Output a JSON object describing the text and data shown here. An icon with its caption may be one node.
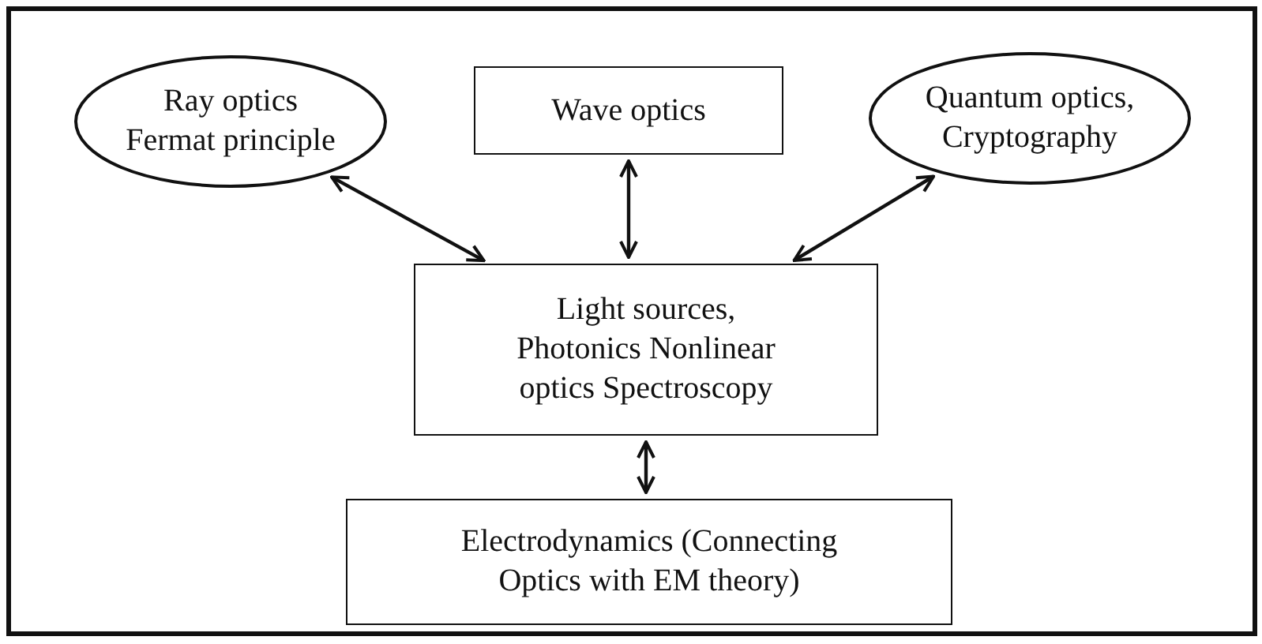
{
  "diagram": {
    "nodes": [
      {
        "text": [
          "Ray optics Fermat principle"
        ]
      },
      {
        "text": [
          "Wave optics"
        ]
      },
      {
        "text": [
          "Quantum optics, Cryptography"
        ]
      },
      {
        "text": [
          "Light sources, Photonics Nonlinear optics Spectroscopy"
        ]
      },
      {
        "text": [
          "Electrodynamics (Connecting Optics with EM theory)"
        ]
      }
    ],
    "edges": [
      {
        "from": 0,
        "to": 3,
        "arrow": "both"
      },
      {
        "from": 1,
        "to": 3,
        "arrow": "both"
      },
      {
        "from": 2,
        "to": 3,
        "arrow": "both"
      },
      {
        "from": 3,
        "to": 4,
        "arrow": "both"
      }
    ]
  }
}
